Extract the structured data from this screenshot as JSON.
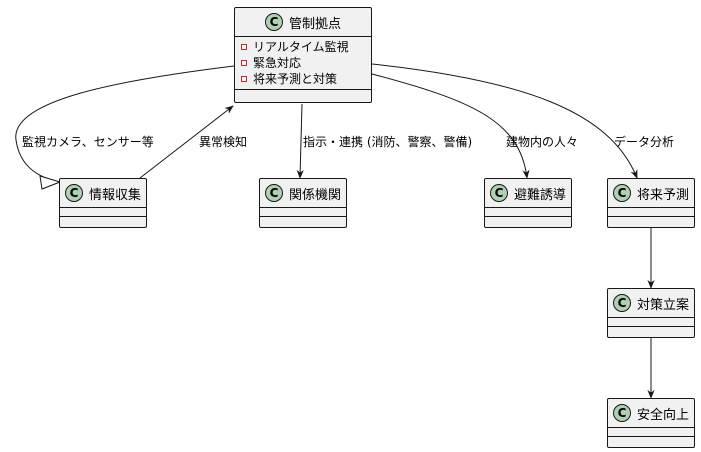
{
  "diagram": {
    "classes": {
      "control_center": {
        "name": "管制拠点",
        "stereotype_icon": "C",
        "attributes": [
          "リアルタイム監視",
          "緊急対応",
          "将来予測と対策"
        ]
      },
      "info_collection": {
        "name": "情報収集",
        "stereotype_icon": "C"
      },
      "related_agencies": {
        "name": "関係機関",
        "stereotype_icon": "C"
      },
      "evacuation": {
        "name": "避難誘導",
        "stereotype_icon": "C"
      },
      "future_prediction": {
        "name": "将来予測",
        "stereotype_icon": "C"
      },
      "countermeasures": {
        "name": "対策立案",
        "stereotype_icon": "C"
      },
      "safety_improvement": {
        "name": "安全向上",
        "stereotype_icon": "C"
      }
    },
    "edges": {
      "monitoring": "監視カメラ、センサー等",
      "anomaly_detection": "異常検知",
      "instructions": "指示・連携 (消防、警察、警備)",
      "inside_building": "建物内の人々",
      "data_analysis": "データ分析"
    },
    "colors": {
      "class_fill": "#f1f1f1",
      "class_border": "#181818",
      "class_badge": "#add1b2",
      "attribute_marker": "#c82930",
      "edge": "#181818"
    }
  }
}
